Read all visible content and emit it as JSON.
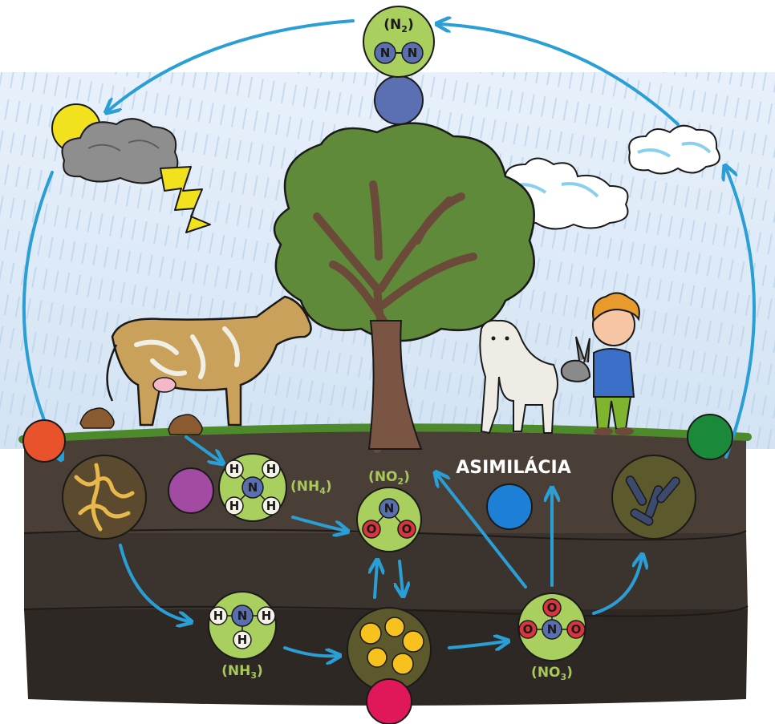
{
  "labels": {
    "n2": "(N",
    "n2_sub": "2",
    "n2_close": ")",
    "nh4": "(NH",
    "nh4_sub": "4",
    "nh4_close": ")",
    "no2": "(NO",
    "no2_sub": "2",
    "no2_close": ")",
    "nh3": "(NH",
    "nh3_sub": "3",
    "nh3_close": ")",
    "no3": "(NO",
    "no3_sub": "3",
    "no3_close": ")",
    "asimilacia": "ASIMILÁCIA"
  },
  "atoms": {
    "n": "N",
    "h": "H",
    "o": "O"
  },
  "colors": {
    "arrow": "#2a9fd6",
    "molecule_bg": "#a9cf5e",
    "nitrogen": "#5a6fb0",
    "oxygen": "#d9353f",
    "hydrogen": "#f4f1e6",
    "soil_top": "#4a3f36",
    "soil_bottom": "#2e2824",
    "grass": "#4d8a2c",
    "marker_orange": "#e8532c",
    "marker_purple": "#a34aa3",
    "marker_blue": "#1e7fd6",
    "marker_green": "#1a8a3a",
    "marker_red": "#e0185a",
    "marker_navy": "#5b6fb3",
    "marker_yellow": "#f2e21e"
  },
  "icons": [
    "sun-icon",
    "storm-cloud-icon",
    "lightning-icon",
    "cloud-icon",
    "tree-icon",
    "cow-icon",
    "lamb-icon",
    "boy-with-rabbit-icon",
    "manure-icon",
    "fungi-icon",
    "bacteria-icon",
    "nitrifying-bacteria-icon"
  ]
}
